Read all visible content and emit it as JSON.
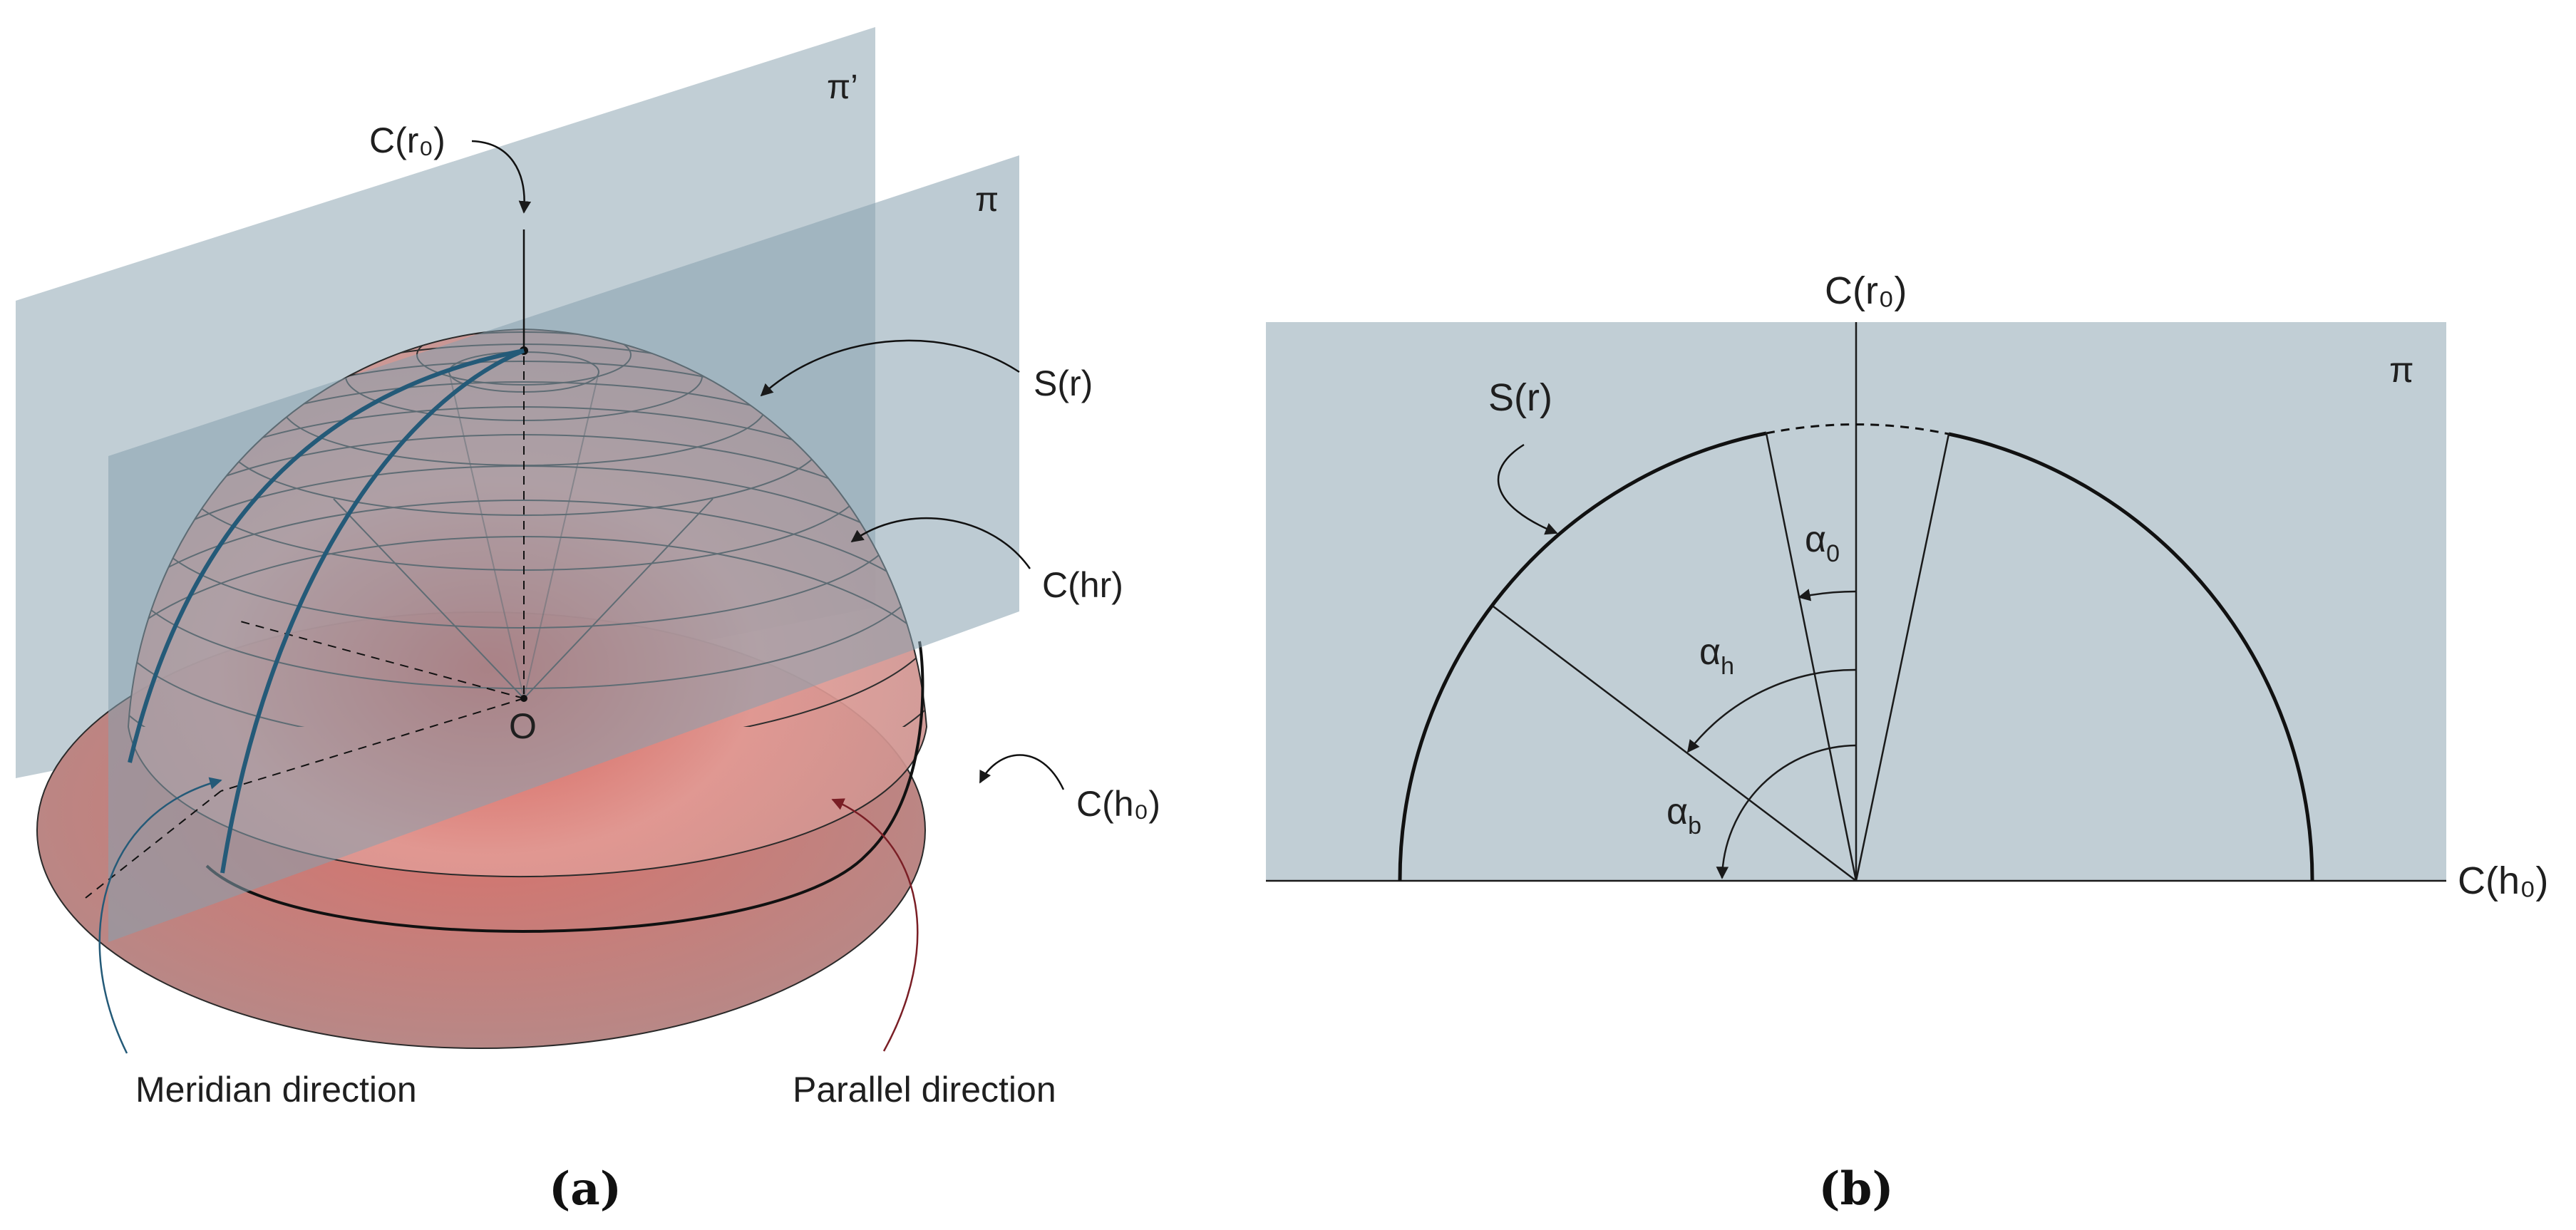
{
  "colors": {
    "plane_fill": "#9fb3be",
    "plane_fill_b": "#c1ced5",
    "dome_red": "#d9685f",
    "meridian_blue": "#245a78",
    "parallel_red": "#7a1e25",
    "line_dark": "#1a1a1a"
  },
  "panel_a": {
    "caption": "(a)",
    "labels": {
      "plane_pi_prime": "π’",
      "plane_pi": "π",
      "c_r0": "C(r₀)",
      "s_r": "S(r)",
      "c_hr": "C(hr)",
      "c_h0": "C(h₀)",
      "origin": "O"
    },
    "callouts": {
      "meridian": "Meridian direction",
      "parallel": "Parallel direction"
    }
  },
  "panel_b": {
    "caption": "(b)",
    "labels": {
      "c_r0": "C(r₀)",
      "plane_pi": "π",
      "s_r": "S(r)",
      "c_h0": "C(h₀)",
      "alpha_0_base": "α",
      "alpha_0_sub": "0",
      "alpha_h_base": "α",
      "alpha_h_sub": "h",
      "alpha_b_base": "α",
      "alpha_b_sub": "b"
    }
  }
}
